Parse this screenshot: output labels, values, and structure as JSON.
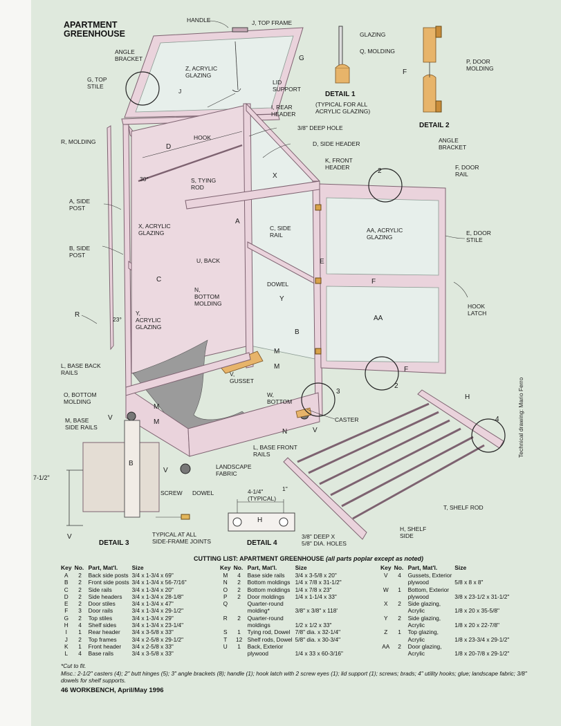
{
  "title": [
    "APARTMENT",
    "GREENHOUSE"
  ],
  "labels": {
    "handle": "HANDLE",
    "j_top_frame": "J, TOP FRAME",
    "glazing": "GLAZING",
    "q_molding": "Q, MOLDING",
    "angle_bracket": [
      "ANGLE",
      "BRACKET"
    ],
    "z_acrylic": [
      "Z, ACRYLIC",
      "GLAZING"
    ],
    "g": "G",
    "j": "J",
    "g_top_stile": [
      "G, TOP",
      "STILE"
    ],
    "lid_support": [
      "LID",
      "SUPPORT"
    ],
    "i_rear_header": [
      "I, REAR",
      "HEADER"
    ],
    "detail1": "DETAIL 1",
    "detail1_note": [
      "(TYPICAL FOR ALL",
      "ACRYLIC GLAZING)"
    ],
    "detail2": "DETAIL 2",
    "p_door_molding": [
      "P, DOOR",
      "MOLDING"
    ],
    "f": "F",
    "deep_hole": "3/8\" DEEP HOLE",
    "r_molding": "R, MOLDING",
    "hook": "HOOK",
    "d": "D",
    "d_side_header": "D, SIDE HEADER",
    "k_front_header": [
      "K, FRONT",
      "HEADER"
    ],
    "angle_bracket2": [
      "ANGLE",
      "BRACKET"
    ],
    "f_door_rail": [
      "F, DOOR",
      "RAIL"
    ],
    "angle30": "30°",
    "s_tying_rod": [
      "S, TYING",
      "ROD"
    ],
    "x": "X",
    "num2": "2",
    "a_side_post": [
      "A, SIDE",
      "POST"
    ],
    "x_acrylic": [
      "X, ACRYLIC",
      "GLAZING"
    ],
    "a": "A",
    "c_side_rail": [
      "C, SIDE",
      "RAIL"
    ],
    "aa_acrylic": [
      "AA, ACRYLIC",
      "GLAZING"
    ],
    "e_door_stile": [
      "E, DOOR",
      "STILE"
    ],
    "b_side_post": [
      "B, SIDE",
      "POST"
    ],
    "u_back": "U, BACK",
    "e": "E",
    "c": "C",
    "dowel": "DOWEL",
    "y": "Y",
    "hook_latch": [
      "HOOK",
      "LATCH"
    ],
    "n_bottom_molding": [
      "N,",
      "BOTTOM",
      "MOLDING"
    ],
    "r": "R",
    "angle23": "23°",
    "y_acrylic": [
      "Y,",
      "ACRYLIC",
      "GLAZING"
    ],
    "aa": "AA",
    "b": "B",
    "m": "M",
    "l_base_back": [
      "L, BASE BACK",
      "RAILS"
    ],
    "v_gusset": [
      "V,",
      "GUSSET"
    ],
    "o_bottom_molding": [
      "O, BOTTOM",
      "MOLDING"
    ],
    "w_bottom": [
      "W,",
      "BOTTOM"
    ],
    "num3": "3",
    "h": "H",
    "m_base_side": [
      "M, BASE",
      "SIDE RAILS"
    ],
    "v": "V",
    "caster": "CASTER",
    "num4": "4",
    "n": "N",
    "l_base_front": [
      "L, BASE FRONT",
      "RAILS"
    ],
    "landscape_fabric": [
      "LANDSCAPE",
      "FABRIC"
    ],
    "dim_712": "7-1/2\"",
    "screw": "SCREW",
    "dowel2": "DOWEL",
    "dim_414": [
      "4-1/4\"",
      "(TYPICAL)"
    ],
    "dim_1": "1\"",
    "t_shelf_rod": "T, SHELF ROD",
    "detail3": "DETAIL 3",
    "typical_joints": [
      "TYPICAL AT ALL",
      "SIDE-FRAME JOINTS"
    ],
    "detail4": "DETAIL 4",
    "holes": [
      "3/8\" DEEP x",
      "5/8\" DIA. HOLES"
    ],
    "h_shelf_side": [
      "H, SHELF",
      "SIDE"
    ]
  },
  "credit": "Technical drawing: Mario Ferro",
  "cutting_list": {
    "title": "CUTTING LIST: APARTMENT GREENHOUSE",
    "title_note": "(all parts poplar except as noted)",
    "headers": [
      "Key",
      "No.",
      "Part, Mat'l.",
      "Size"
    ],
    "col1": [
      [
        "A",
        "2",
        "Back side posts",
        "3/4 x 1-3/4 x 69\""
      ],
      [
        "B",
        "2",
        "Front side posts",
        "3/4 x 1-3/4 x 56-7/16\""
      ],
      [
        "C",
        "2",
        "Side rails",
        "3/4 x 1-3/4 x 20\""
      ],
      [
        "D",
        "2",
        "Side headers",
        "3/4 x 1-3/4 x 28-1/8\""
      ],
      [
        "E",
        "2",
        "Door stiles",
        "3/4 x 1-3/4 x 47\""
      ],
      [
        "F",
        "3",
        "Door rails",
        "3/4 x 1-3/4 x 29-1/2\""
      ],
      [
        "G",
        "2",
        "Top stiles",
        "3/4 x 1-3/4 x 29\""
      ],
      [
        "H",
        "4",
        "Shelf sides",
        "3/4 x 1-3/4 x 23-1/4\""
      ],
      [
        "I",
        "1",
        "Rear header",
        "3/4 x 3-5/8 x 33\""
      ],
      [
        "J",
        "2",
        "Top frames",
        "3/4 x 2-5/8 x 29-1/2\""
      ],
      [
        "K",
        "1",
        "Front header",
        "3/4 x 2-5/8 x 33\""
      ],
      [
        "L",
        "4",
        "Base rails",
        "3/4 x 3-5/8 x 33\""
      ]
    ],
    "col2": [
      [
        "M",
        "4",
        "Base side rails",
        "3/4 x 3-5/8 x 20\""
      ],
      [
        "N",
        "2",
        "Bottom moldings",
        "1/4 x 7/8 x 31-1/2\""
      ],
      [
        "O",
        "2",
        "Bottom moldings",
        "1/4 x 7/8 x 23\""
      ],
      [
        "P",
        "2",
        "Door moldings",
        "1/4 x 1-1/4 x 33\""
      ],
      [
        "Q",
        "",
        "Quarter-round",
        ""
      ],
      [
        "",
        "",
        "molding*",
        "3/8\" x 3/8\" x 118'"
      ],
      [
        "R",
        "2",
        "Quarter-round",
        ""
      ],
      [
        "",
        "",
        "moldings",
        "1/2 x 1/2 x 33\""
      ],
      [
        "S",
        "1",
        "Tying rod, Dowel",
        "7/8\" dia. x 32-1/4\""
      ],
      [
        "T",
        "12",
        "Shelf rods, Dowel",
        "5/8\" dia. x 30-3/4\""
      ],
      [
        "U",
        "1",
        "Back, Exterior",
        ""
      ],
      [
        "",
        "",
        "plywood",
        "1/4 x 33 x 60-3/16\""
      ]
    ],
    "col3": [
      [
        "V",
        "4",
        "Gussets, Exterior",
        ""
      ],
      [
        "",
        "",
        "plywood",
        "5/8 x 8 x 8\""
      ],
      [
        "W",
        "1",
        "Bottom, Exterior",
        ""
      ],
      [
        "",
        "",
        "plywood",
        "3/8 x 23-1/2 x 31-1/2\""
      ],
      [
        "X",
        "2",
        "Side glazing,",
        ""
      ],
      [
        "",
        "",
        "Acrylic",
        "1/8 x 20 x 35-5/8\""
      ],
      [
        "Y",
        "2",
        "Side glazing,",
        ""
      ],
      [
        "",
        "",
        "Acrylic",
        "1/8 x 20 x 22-7/8\""
      ],
      [
        "Z",
        "1",
        "Top glazing,",
        ""
      ],
      [
        "",
        "",
        "Acrylic",
        "1/8 x 23-3/4 x 29-1/2\""
      ],
      [
        "AA",
        "2",
        "Door glazing,",
        ""
      ],
      [
        "",
        "",
        "Acrylic",
        "1/8 x 20-7/8 x 29-1/2\""
      ]
    ],
    "cut_note": "*Cut to fit.",
    "misc": "Misc.: 2-1/2\" casters (4); 2\" butt hinges (5); 3\" angle brackets (8); handle (1); hook latch with 2 screw eyes (1); lid support (1); screws; brads; 4\" utility hooks; glue; landscape fabric; 3/8\" dowels for shelf supports."
  },
  "footer": "46  WORKBENCH, April/May 1996",
  "colors": {
    "wood": "#ead3dc",
    "wood_edge": "#8a6d7a",
    "glass": "#e4ece8",
    "bg": "#dfe9dd",
    "line": "#333333",
    "detail_wood": "#e7b46a",
    "fabric": "#9a9a9a"
  }
}
